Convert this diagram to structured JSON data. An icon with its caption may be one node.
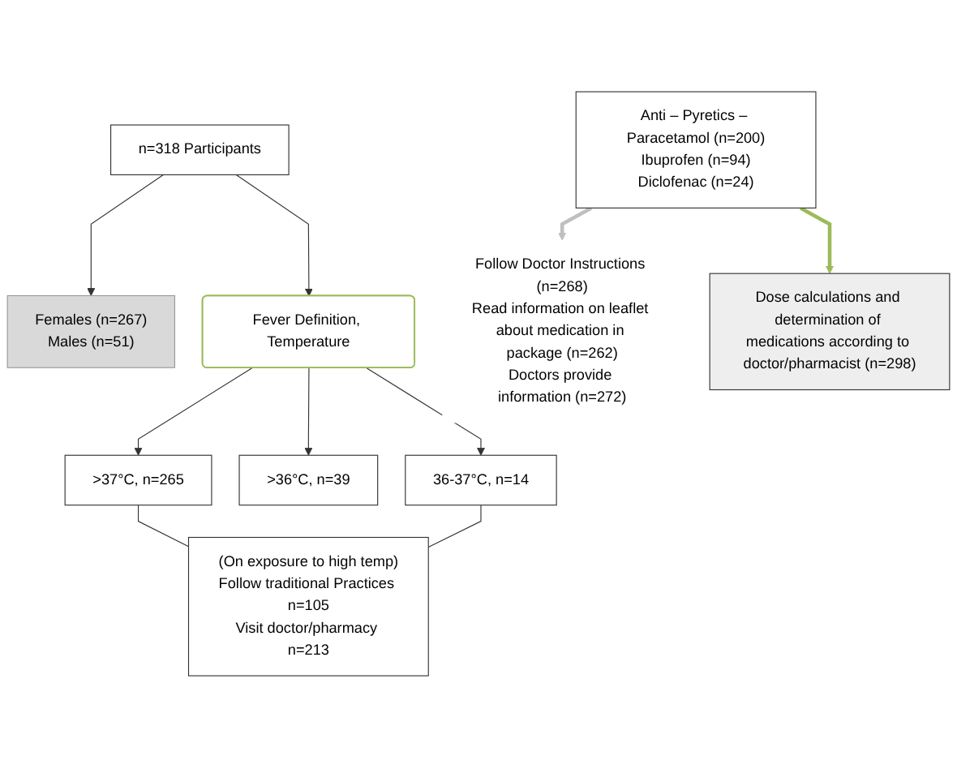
{
  "diagram": {
    "nodes": [
      {
        "text": [
          "n=318 Participants"
        ]
      },
      {
        "text": [
          "Females (n=267)",
          "Males (n=51)"
        ]
      },
      {
        "text": [
          "Fever Definition, Temperature"
        ]
      },
      {
        "text": [
          ">37°C, n=265"
        ]
      },
      {
        "text": [
          ">36°C, n=39"
        ]
      },
      {
        "text": [
          "36-37°C, n=14"
        ]
      },
      {
        "text": [
          "(On exposure to high temp)",
          "Follow traditional Practices n=105",
          "Visit doctor/pharmacy n=213"
        ]
      },
      {
        "text": [
          "Follow Doctor Instructions (n=268)",
          "Read information on leaflet about medication in package (n=262)",
          "Doctors provide information (n=272)"
        ]
      },
      {
        "text": [
          "Anti – Pyretics – Paracetamol (n=200)",
          "Ibuprofen (n=94)",
          "Diclofenac (n=24)"
        ]
      },
      {
        "text": [
          "Dose calculations and determination of medications according to doctor/pharmacist (n=298)"
        ]
      }
    ],
    "edges": [
      {
        "from": 0,
        "to": 1,
        "arrow": "to"
      },
      {
        "from": 0,
        "to": 2,
        "arrow": "to"
      },
      {
        "from": 2,
        "to": 3,
        "arrow": "to"
      },
      {
        "from": 2,
        "to": 4,
        "arrow": "to"
      },
      {
        "from": 2,
        "to": 5,
        "arrow": "to"
      },
      {
        "from": 3,
        "to": 6,
        "arrow": "none"
      },
      {
        "from": 5,
        "to": 6,
        "arrow": "none"
      },
      {
        "from": 8,
        "to": 7,
        "arrow": "to",
        "style": "thick",
        "color": "#bfbfbf"
      },
      {
        "from": 8,
        "to": 9,
        "arrow": "to",
        "style": "thick",
        "color": "#9bbb59"
      }
    ]
  }
}
